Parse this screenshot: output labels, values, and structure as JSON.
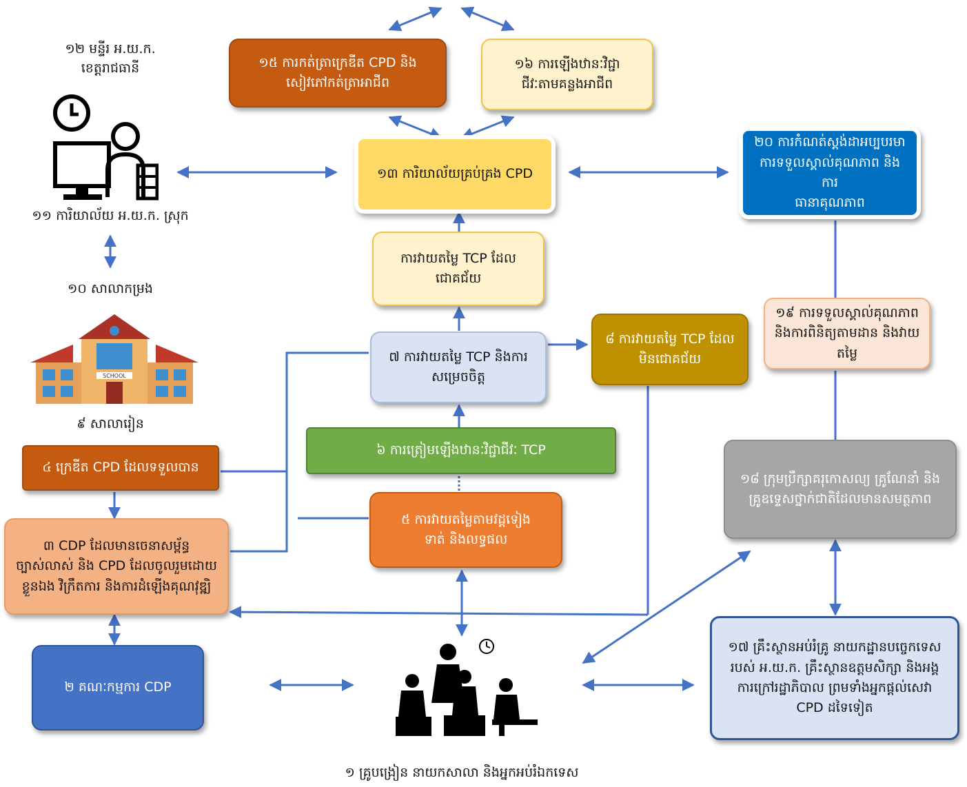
{
  "diagram": {
    "nodes": {
      "n1": {
        "text": "១ គ្រូបង្រៀន នាយកសាលា និងអ្នកអប់រំឯកទេស"
      },
      "n2": {
        "text": "២ គណៈកម្មការ CDP",
        "color": "#4472c4"
      },
      "n3": {
        "text": "៣ CDP ដែលមានចេនាសម្ព័ន្ធ\nច្បាស់លាស់ និង CPD ដែលចូលរួមដោយ\nខ្លួនឯង វិក្រឹតការ និងការដំឡើងគុណវុឌ្ឍិ",
        "color": "#f4b183"
      },
      "n4": {
        "text": "៤ ក្រេឌីត CPD ដែលទទួលបាន",
        "color": "#c55a11"
      },
      "n5": {
        "text": "៥ ការវាយតម្លៃតាមវដ្តទៀង\nទាត់ និងលទ្ធផល",
        "color": "#ed7d31"
      },
      "n6": {
        "text": "៦ ការត្រៀមឡើងឋានៈវិជ្ជាជីវៈ TCP",
        "color": "#70ad47"
      },
      "n7": {
        "text": "៧ ការវាយតម្លៃ TCP និងការ\nសម្រេចចិត្ត",
        "color": "#dae3f3"
      },
      "n8": {
        "text": "៨ ការវាយតម្លៃ TCP ដែល\nមិនជោគជ័យ",
        "color": "#bf9000"
      },
      "n9": {
        "text": "៩ សាលារៀន"
      },
      "n10": {
        "text": "១០ សាលាកម្រង"
      },
      "n11": {
        "text": "១១ ការិយាល័យ អ.យ.ក. ស្រុក"
      },
      "n12": {
        "text": "១២ មន្ទីរ អ.យ.ក.\nខេត្តរាជធានី"
      },
      "n13": {
        "text": "១៣ ការិយាល័យគ្រប់គ្រង CPD",
        "color": "#ffd966"
      },
      "n14": {
        "text": "ការវាយតម្លៃ TCP ដែល\nជោគជ័យ",
        "color": "#fff2cc"
      },
      "n15": {
        "text": "១៥ ការកត់ត្រាក្រេឌីត CPD និង\nសៀវភៅកត់ត្រាអាជីព",
        "color": "#c55a11"
      },
      "n16": {
        "text": "១៦ ការឡើងឋានៈវិជ្ជា\nជីវៈតាមគន្លងអាជីព",
        "color": "#fff2cc"
      },
      "n17": {
        "text": "១៧ គ្រឹះស្ថានអប់រំគ្រូ នាយកដ្ឋានបច្ចេកទេស\nរបស់ អ.យ.ក. គ្រឹះស្ថានឧត្តមសិក្សា និងអង្គ\nការក្រៅរដ្ឋាភិបាល ព្រមទាំងអ្នកផ្ដល់សេវា\nCPD ដទៃទៀត",
        "color": "#dae3f3"
      },
      "n18": {
        "text": "១៨ ក្រុមប្រឹក្សាគរុកោសល្យ គ្រូណែនាំ និង\nគ្រូឧទ្ទេសថ្នាក់ជាតិដែលមានសមត្ថភាព",
        "color": "#a6a6a6"
      },
      "n19": {
        "text": "១៩ ការទទួលស្គាល់គុណភាព\nនិងការពិនិត្យតាមដាន និងវាយ\nតម្លៃ",
        "color": "#fbe5d6"
      },
      "n20": {
        "text": "២០ ការកំណត់ស្តង់ដាអប្បបរមា\nការទទួលស្គាល់គុណភាព និងការ\nធានាគុណភាព",
        "color": "#0070c0"
      }
    },
    "arrow_color": "#4472c4"
  }
}
